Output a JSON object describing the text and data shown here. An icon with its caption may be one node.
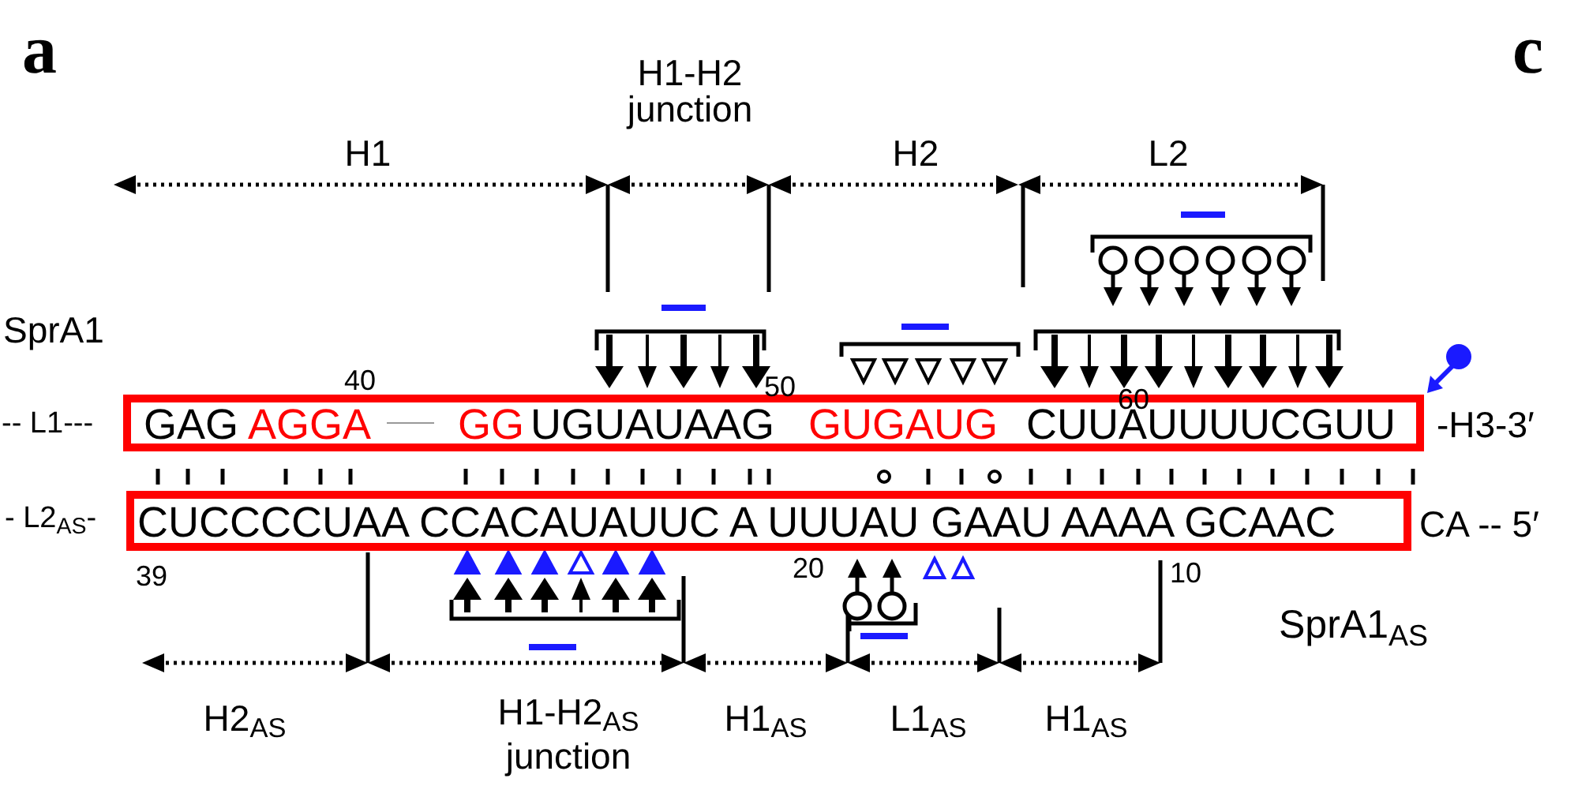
{
  "diagram": {
    "nodes": [
      {
        "text": [
          "GAG",
          "AGGA",
          "GG",
          "UGUAUAAG",
          "GUGAUG",
          "CUUAUUUUCGUU"
        ],
        "beside": [
          "-- L1---",
          "-H3-3′"
        ]
      },
      {
        "text": [
          "CUCCCCUAA CCACAUAUUC A UUUAU GAAU AAAA GCAAC"
        ],
        "beside": [
          "- L2$_{AS}$-",
          "CA -- 5′"
        ]
      }
    ],
    "labels": [
      "a",
      "c",
      "H1",
      "H1-H2 junction",
      "H2",
      "L2",
      "SprA1",
      "40",
      "50",
      "60",
      "39",
      "20",
      "10",
      "SprA1$_{AS}$",
      "H2$_{AS}$",
      "H1-H2$_{AS}$ junction",
      "H1$_{AS}$",
      "L1$_{AS}$",
      "H1$_{AS}$"
    ]
  }
}
